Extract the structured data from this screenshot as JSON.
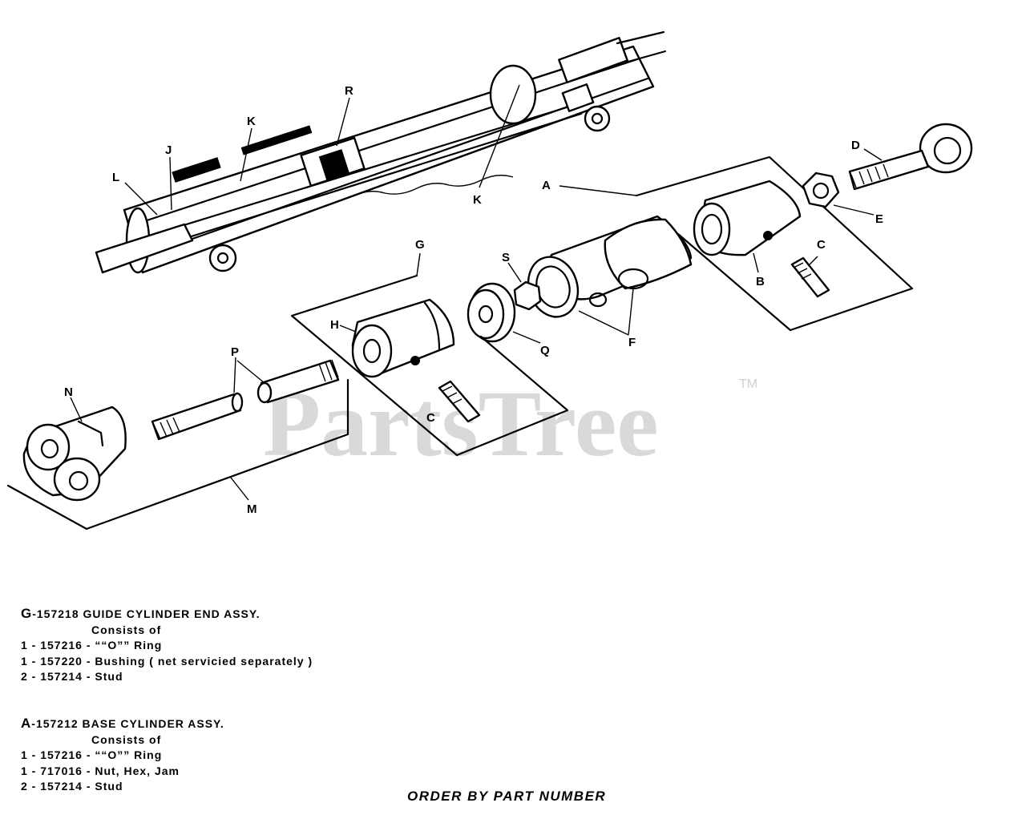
{
  "labels": {
    "A": "A",
    "B": "B",
    "C": "C",
    "D": "D",
    "E": "E",
    "F": "F",
    "G": "G",
    "H": "H",
    "J": "J",
    "K": "K",
    "L": "L",
    "M": "M",
    "N": "N",
    "P": "P",
    "Q": "Q",
    "R": "R",
    "S": "S"
  },
  "watermark": {
    "text": "PartsTree",
    "tm": "TM"
  },
  "assemblies": [
    {
      "key": "G",
      "title": "-157218 GUIDE CYLINDER END ASSY.",
      "consists": "Consists of",
      "items": [
        "1  - 157216 - ““O”” Ring",
        "1  - 157220 - Bushing ( net servicied separately )",
        "2  - 157214 - Stud"
      ]
    },
    {
      "key": "A",
      "title": "-157212 BASE CYLINDER ASSY.",
      "consists": "Consists of",
      "items": [
        "1  - 157216 - ““O”” Ring",
        "1  - 717016 - Nut, Hex, Jam",
        "2  - 157214 - Stud"
      ]
    }
  ],
  "footer": {
    "order": "ORDER BY PART NUMBER"
  }
}
